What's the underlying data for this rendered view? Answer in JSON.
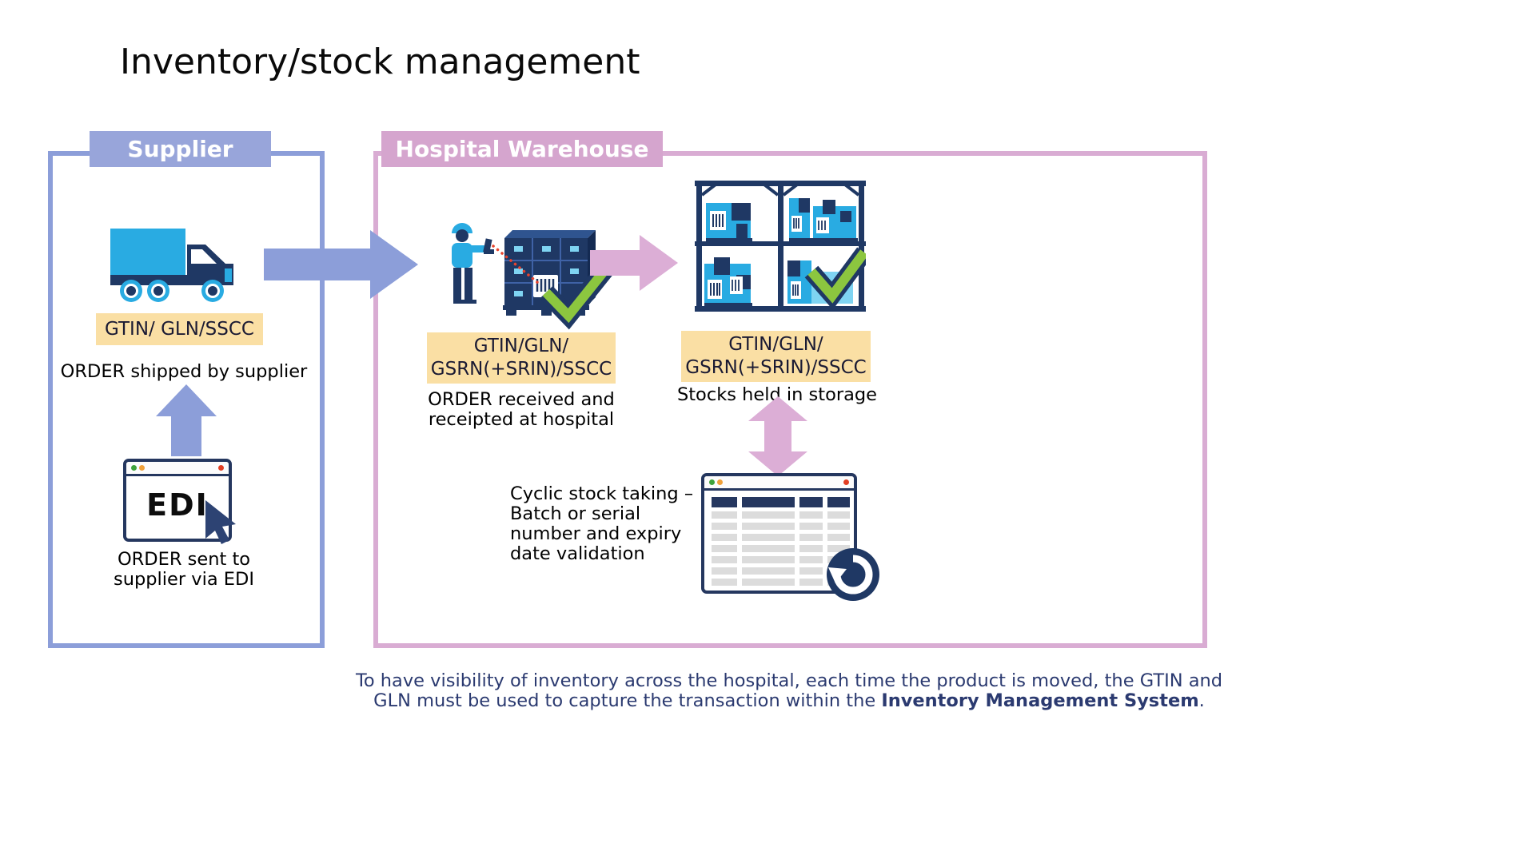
{
  "title": "Inventory/stock management",
  "colors": {
    "supplier_border": "#8C9ED9",
    "supplier_header_bg": "#98A5DA",
    "warehouse_border": "#D9ACD3",
    "warehouse_header_bg": "#D5A5CE",
    "blue_arrow": "#8C9ED9",
    "pink_arrow": "#DCAED6",
    "id_label_bg": "#FADFA4",
    "icon_navy": "#1F3864",
    "icon_light_blue": "#29ABE2",
    "check_green": "#8CC63F",
    "scan_laser_red": "#E8442E",
    "footer_text": "#2B3A70"
  },
  "supplier": {
    "header": "Supplier",
    "id_label": "GTIN/ GLN/SSCC",
    "shipped_caption": "ORDER shipped by supplier",
    "edi_window_label": "EDI",
    "sent_caption_lines": [
      "ORDER sent to",
      "supplier via EDI"
    ]
  },
  "warehouse": {
    "header": "Hospital Warehouse",
    "receiving": {
      "id_label_lines": [
        "GTIN/GLN/",
        "GSRN(+SRIN)/SSCC"
      ],
      "caption_lines": [
        "ORDER received and",
        "receipted at hospital"
      ]
    },
    "storage": {
      "id_label_lines": [
        "GTIN/GLN/",
        "GSRN(+SRIN)/SSCC"
      ],
      "caption": "Stocks held in storage"
    },
    "cyclic_note_lines": [
      "Cyclic stock taking –",
      "Batch or serial",
      "number and expiry",
      "date validation"
    ]
  },
  "footer": {
    "line1": "To have visibility of inventory across the hospital, each time the product is moved, the GTIN and",
    "line2_prefix": "GLN must be used to capture the transaction within the ",
    "line2_bold": "Inventory Management System",
    "line2_suffix": "."
  }
}
